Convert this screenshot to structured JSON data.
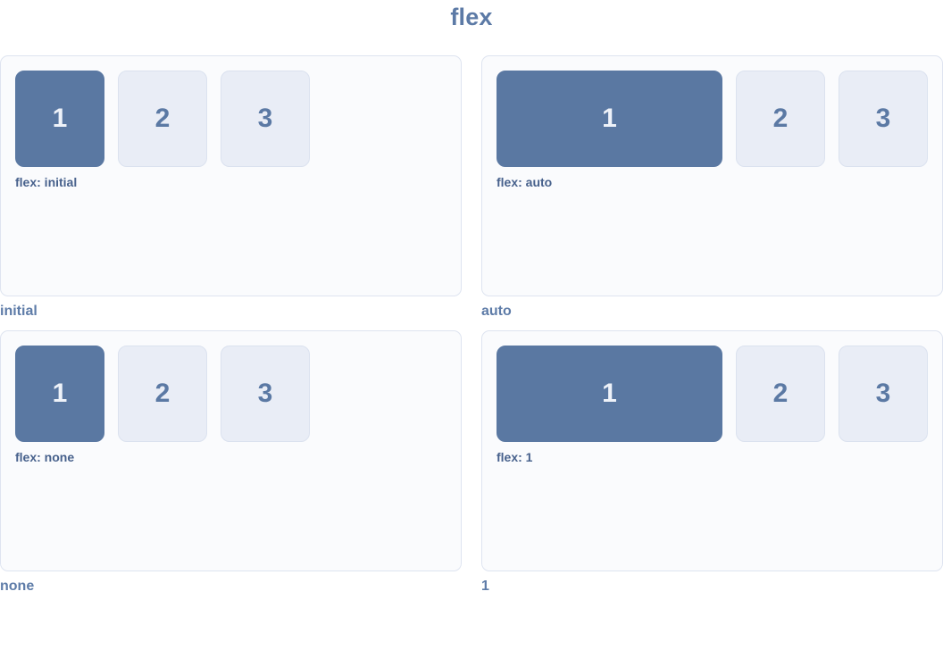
{
  "title": "flex",
  "colors": {
    "accent": "#5a78a2",
    "accent_text": "#eef2f9",
    "box_light_bg": "#e9edf6",
    "box_light_border": "#dbe2ef",
    "box_light_text": "#5b79a4",
    "label_text": "#47618c",
    "card_bg": "#fafbfd",
    "card_border": "#dee4f0",
    "caption_text": "#5e7ca8",
    "title_text": "#5c7aa6"
  },
  "demos": [
    {
      "caption": "initial",
      "label": "flex: initial",
      "flex_value": "initial",
      "boxes": [
        "1",
        "2",
        "3"
      ]
    },
    {
      "caption": "auto",
      "label": "flex: auto",
      "flex_value": "auto",
      "boxes": [
        "1",
        "2",
        "3"
      ]
    },
    {
      "caption": "none",
      "label": "flex: none",
      "flex_value": "none",
      "boxes": [
        "1",
        "2",
        "3"
      ]
    },
    {
      "caption": "1",
      "label": "flex: 1",
      "flex_value": "1",
      "boxes": [
        "1",
        "2",
        "3"
      ]
    }
  ]
}
